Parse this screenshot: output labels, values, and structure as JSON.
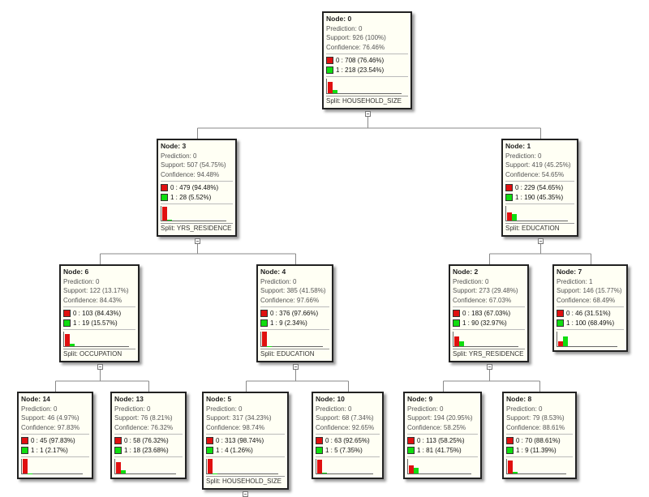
{
  "colors": {
    "class0": "#e01010",
    "class1": "#10dd10"
  },
  "nodes": [
    {
      "id": "0",
      "title": "Node: 0",
      "prediction": "Prediction: 0",
      "support": "Support: 926 (100%)",
      "confidence": "Confidence: 76.46%",
      "c0": "0 : 708 (76.46%)",
      "c1": "1 : 218 (23.54%)",
      "p0": 76.46,
      "p1": 23.54,
      "split": "Split: HOUSEHOLD_SIZE"
    },
    {
      "id": "3",
      "title": "Node: 3",
      "prediction": "Prediction: 0",
      "support": "Support: 507 (54.75%)",
      "confidence": "Confidence: 94.48%",
      "c0": "0 : 479 (94.48%)",
      "c1": "1 : 28 (5.52%)",
      "p0": 94.48,
      "p1": 5.52,
      "split": "Split: YRS_RESIDENCE"
    },
    {
      "id": "1",
      "title": "Node: 1",
      "prediction": "Prediction: 0",
      "support": "Support: 419 (45.25%)",
      "confidence": "Confidence: 54.65%",
      "c0": "0 : 229 (54.65%)",
      "c1": "1 : 190 (45.35%)",
      "p0": 54.65,
      "p1": 45.35,
      "split": "Split: EDUCATION"
    },
    {
      "id": "6",
      "title": "Node: 6",
      "prediction": "Prediction: 0",
      "support": "Support: 122 (13.17%)",
      "confidence": "Confidence: 84.43%",
      "c0": "0 : 103 (84.43%)",
      "c1": "1 : 19 (15.57%)",
      "p0": 84.43,
      "p1": 15.57,
      "split": "Split: OCCUPATION"
    },
    {
      "id": "4",
      "title": "Node: 4",
      "prediction": "Prediction: 0",
      "support": "Support: 385 (41.58%)",
      "confidence": "Confidence: 97.66%",
      "c0": "0 : 376 (97.66%)",
      "c1": "1 : 9 (2.34%)",
      "p0": 97.66,
      "p1": 2.34,
      "split": "Split: EDUCATION"
    },
    {
      "id": "2",
      "title": "Node: 2",
      "prediction": "Prediction: 0",
      "support": "Support: 273 (29.48%)",
      "confidence": "Confidence: 67.03%",
      "c0": "0 : 183 (67.03%)",
      "c1": "1 : 90 (32.97%)",
      "p0": 67.03,
      "p1": 32.97,
      "split": "Split: YRS_RESIDENCE"
    },
    {
      "id": "7",
      "title": "Node: 7",
      "prediction": "Prediction: 1",
      "support": "Support: 146 (15.77%)",
      "confidence": "Confidence: 68.49%",
      "c0": "0 : 46 (31.51%)",
      "c1": "1 : 100 (68.49%)",
      "p0": 31.51,
      "p1": 68.49,
      "split": ""
    },
    {
      "id": "14",
      "title": "Node: 14",
      "prediction": "Prediction: 0",
      "support": "Support: 46 (4.97%)",
      "confidence": "Confidence: 97.83%",
      "c0": "0 : 45 (97.83%)",
      "c1": "1 : 1 (2.17%)",
      "p0": 97.83,
      "p1": 2.17,
      "split": ""
    },
    {
      "id": "13",
      "title": "Node: 13",
      "prediction": "Prediction: 0",
      "support": "Support: 76 (8.21%)",
      "confidence": "Confidence: 76.32%",
      "c0": "0 : 58 (76.32%)",
      "c1": "1 : 18 (23.68%)",
      "p0": 76.32,
      "p1": 23.68,
      "split": ""
    },
    {
      "id": "5",
      "title": "Node: 5",
      "prediction": "Prediction: 0",
      "support": "Support: 317 (34.23%)",
      "confidence": "Confidence: 98.74%",
      "c0": "0 : 313 (98.74%)",
      "c1": "1 : 4 (1.26%)",
      "p0": 98.74,
      "p1": 1.26,
      "split": "Split: HOUSEHOLD_SIZE"
    },
    {
      "id": "10",
      "title": "Node: 10",
      "prediction": "Prediction: 0",
      "support": "Support: 68 (7.34%)",
      "confidence": "Confidence: 92.65%",
      "c0": "0 : 63 (92.65%)",
      "c1": "1 : 5 (7.35%)",
      "p0": 92.65,
      "p1": 7.35,
      "split": ""
    },
    {
      "id": "9",
      "title": "Node: 9",
      "prediction": "Prediction: 0",
      "support": "Support: 194 (20.95%)",
      "confidence": "Confidence: 58.25%",
      "c0": "0 : 113 (58.25%)",
      "c1": "1 : 81 (41.75%)",
      "p0": 58.25,
      "p1": 41.75,
      "split": ""
    },
    {
      "id": "8",
      "title": "Node: 8",
      "prediction": "Prediction: 0",
      "support": "Support: 79 (8.53%)",
      "confidence": "Confidence: 88.61%",
      "c0": "0 : 70 (88.61%)",
      "c1": "1 : 9 (11.39%)",
      "p0": 88.61,
      "p1": 11.39,
      "split": ""
    }
  ],
  "edges": [
    [
      "0",
      "3"
    ],
    [
      "0",
      "1"
    ],
    [
      "3",
      "6"
    ],
    [
      "3",
      "4"
    ],
    [
      "1",
      "2"
    ],
    [
      "1",
      "7"
    ],
    [
      "6",
      "14"
    ],
    [
      "6",
      "13"
    ],
    [
      "4",
      "5"
    ],
    [
      "4",
      "10"
    ],
    [
      "2",
      "9"
    ],
    [
      "2",
      "8"
    ]
  ]
}
